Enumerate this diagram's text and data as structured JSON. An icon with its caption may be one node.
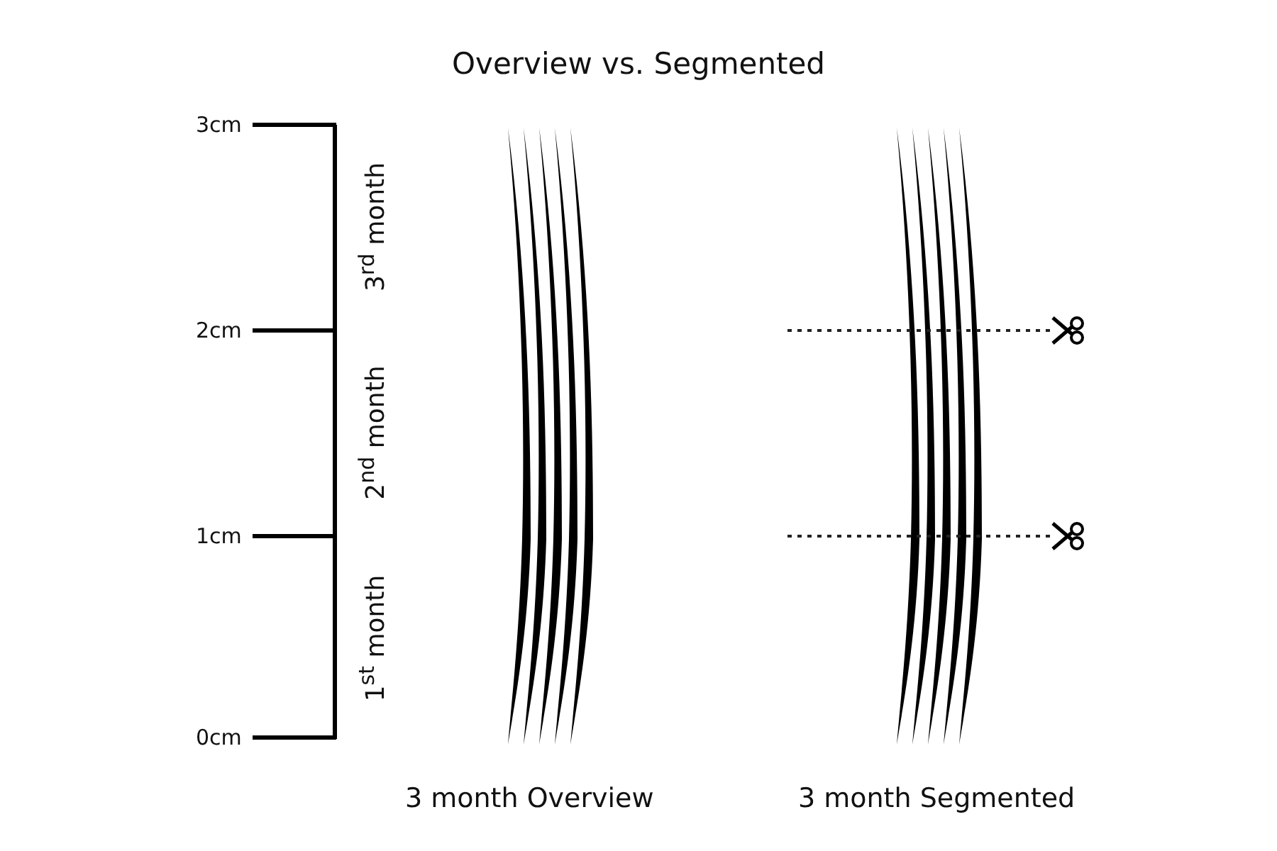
{
  "diagram": {
    "title": "Overview vs. Segmented",
    "labels": [
      "3cm",
      "2cm",
      "1cm",
      "0cm",
      "3$^{rd}$ month",
      "2$^{nd}$ month",
      "1$^{st}$ month",
      "3 month Overview",
      "3 month Segmented"
    ]
  }
}
